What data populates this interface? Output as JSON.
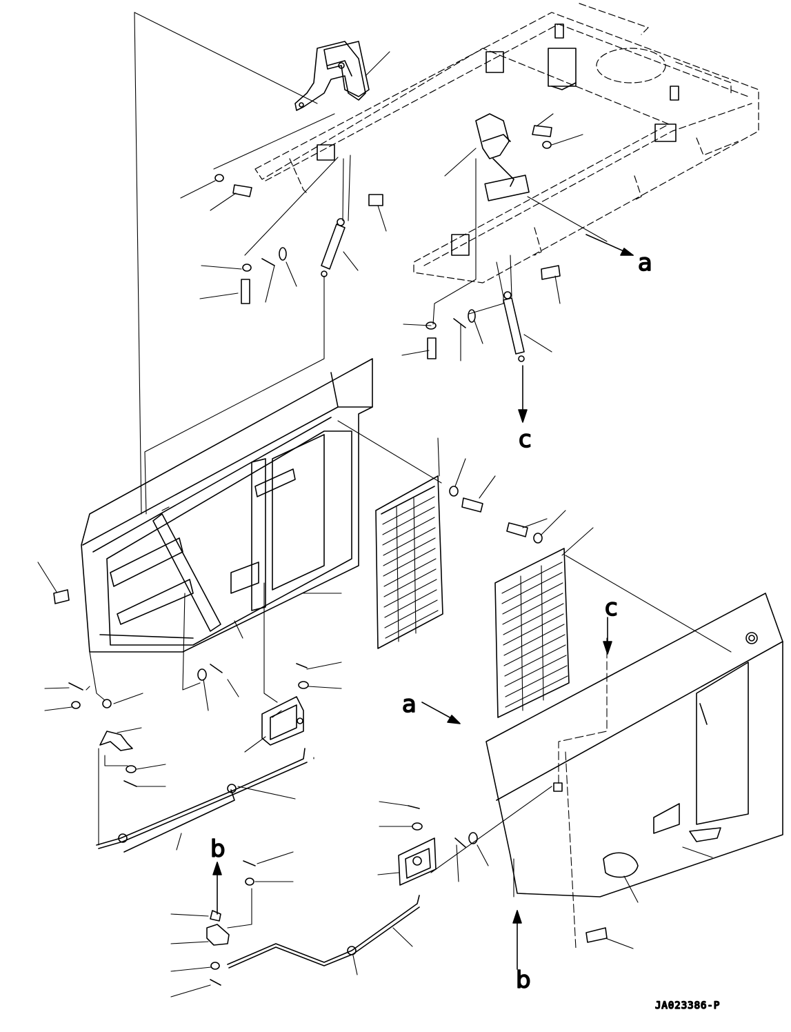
{
  "callouts": {
    "a_top": "a",
    "a_bottom": "a",
    "b_left": "b",
    "b_right": "b",
    "c_top": "c",
    "c_right": "c"
  },
  "drawing_code": "JA023386-P"
}
